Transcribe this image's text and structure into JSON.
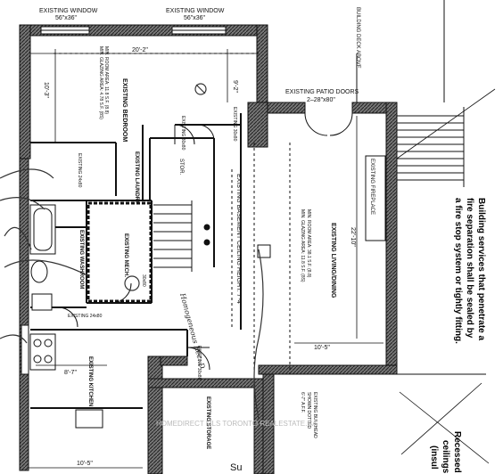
{
  "plan": {
    "window_top_left": {
      "title": "EXISTING WINDOW",
      "size": "56\"x36\""
    },
    "window_top_right": {
      "title": "EXISTING WINDOW",
      "size": "56\"x36\""
    },
    "deck_label": "BUILDING DECK ABOVE",
    "patio_doors": {
      "title": "EXISTING PATIO DOORS",
      "size": "2–28\"x80\""
    },
    "bedroom": {
      "name": "EXISTING BEDROOM",
      "glazing": "MIN. ROOM AREA: 11.8 S.F. (8.8)",
      "glazing2": "MIN. GLAZING AREA: 4.78 S.F. (8S)"
    },
    "dim_bedroom_width": "20'-2\"",
    "dim_bedroom_depth": "10'-3\"",
    "dim_bedroom_right": "9'-2\"",
    "closet_door": "EXISTING 30x80",
    "closet_door2": "EXISTING 30x80",
    "laundry": "EXISTING LAUNDRY",
    "laundry_door": "EXISTING 24x80",
    "stor": "STOR.",
    "washroom": "EXISTING WASHROOM",
    "mech": "EXISTING MECH.",
    "mech_door": "30x80",
    "washroom_door": "EXISTING 24x80",
    "kitchen": "EXISTING KITCHEN",
    "dim_kitchen": "8'-7\"",
    "storage_door": "EXISTING 30x80",
    "storage": "EXISTING STORAGE",
    "ceiling_height": "EXISTING BASEMENT CEILING HEIGHT: 7'-4\"",
    "living": {
      "name": "EXISTING LIVING/DINING",
      "area": "MIN. ROOM AREA: 38.1 S.F. (8.8)",
      "glazing": "MIN. GLAZING AREA: 11.8 S.F. (8S)"
    },
    "fireplace": "EXISTING FIREPLACE",
    "dim_living_depth": "22'-10\"",
    "dim_living_width": "10'-5\"",
    "bulkhead": {
      "line1": "EXISTING BULKHEAD",
      "line2": "SHOWN DOTTED",
      "line3": "6'-7\" A.F.F."
    },
    "dim_bottom": "10'-5\"",
    "hand_note": "Homogeneous Rec. D",
    "bottom_frag": "Su",
    "watermark": "HOMEDIRECT MLS TORONTO REALESTATE.CA"
  },
  "notes": {
    "fire_sep_line1": "Building services that penetrate a",
    "fire_sep_line2": "fire separation shall be sealed by",
    "fire_sep_line3": "a fire stop system or tightly fitting.",
    "recessed_line1": "Recessed",
    "recessed_line2": "ceilings",
    "recessed_line3": "(insul"
  }
}
